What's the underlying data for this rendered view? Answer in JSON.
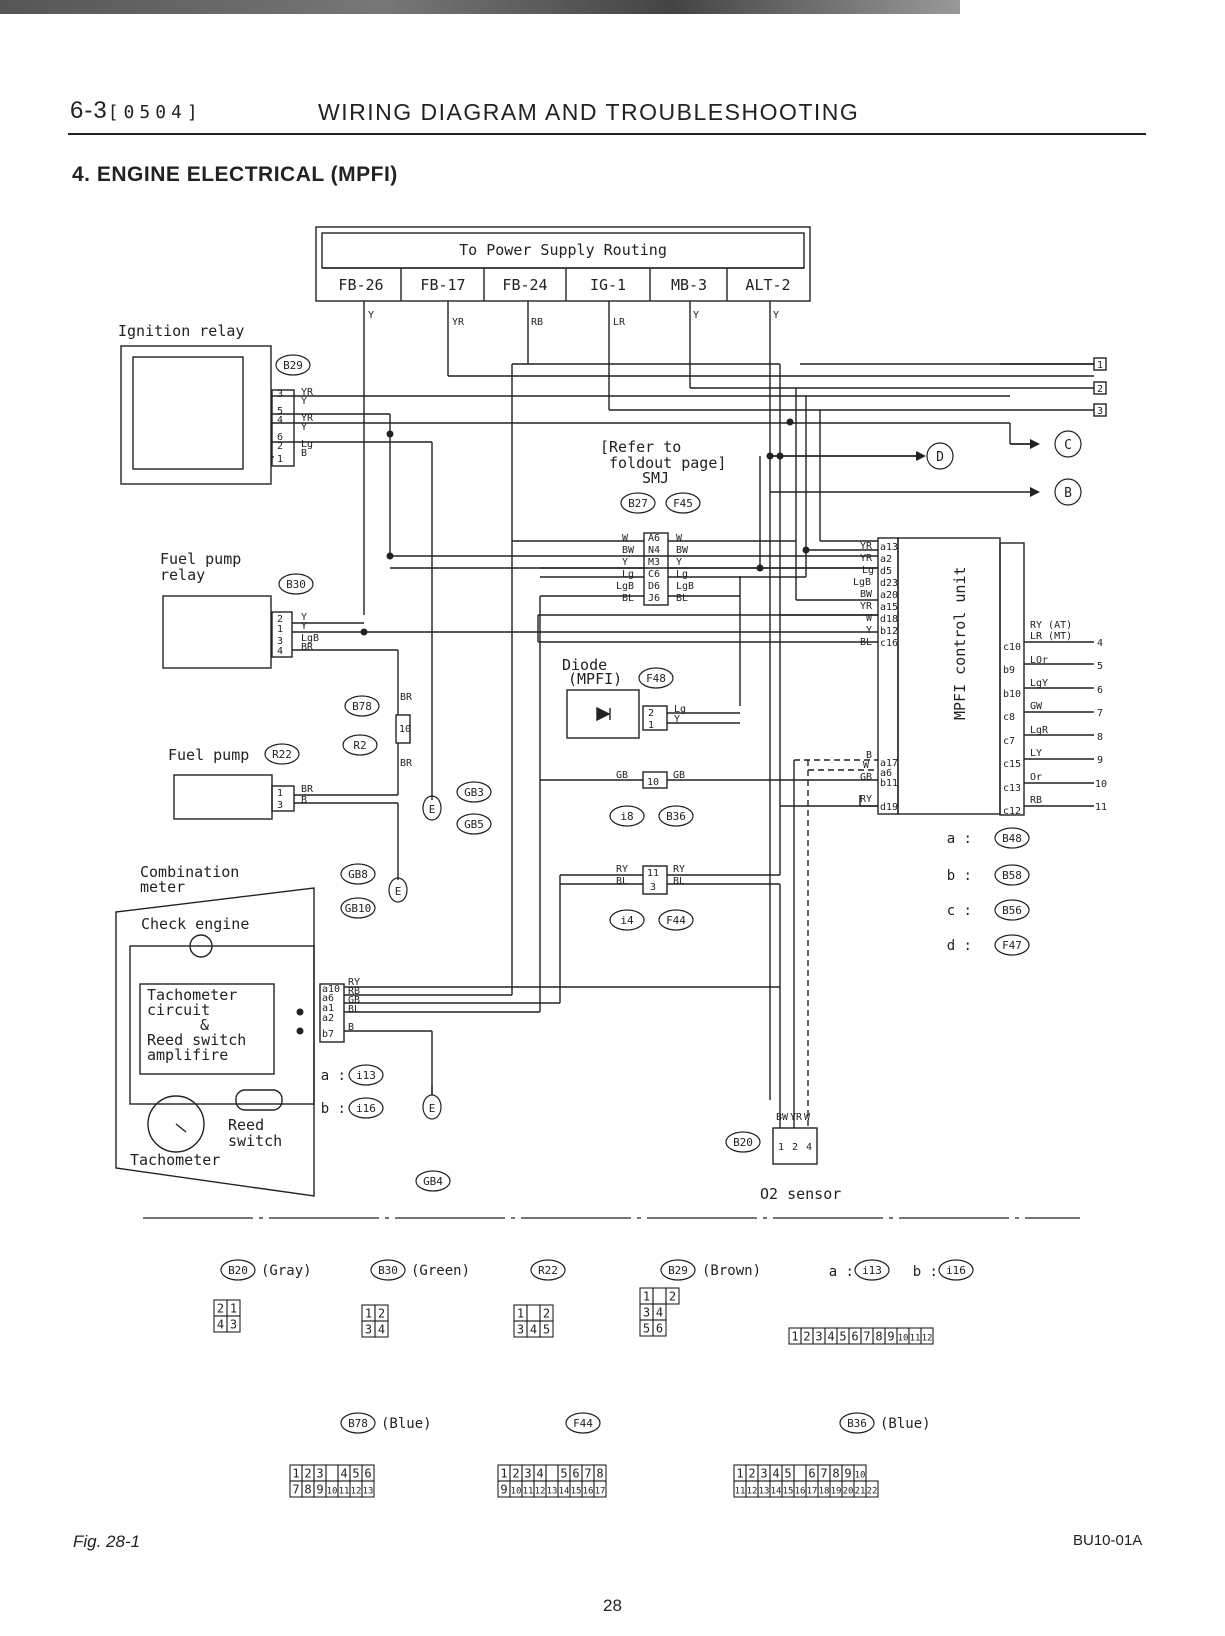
{
  "header": {
    "section": "6-3",
    "code": "[0504]",
    "title": "WIRING DIAGRAM AND TROUBLESHOOTING"
  },
  "section_title": "4. ENGINE ELECTRICAL (MPFI)",
  "power_box": {
    "title": "To Power Supply Routing",
    "cells": [
      "FB-26",
      "FB-17",
      "FB-24",
      "IG-1",
      "MB-3",
      "ALT-2"
    ],
    "wires": [
      "Y",
      "YR",
      "RB",
      "LR",
      "Y",
      "Y"
    ]
  },
  "ignition_relay": {
    "label": "Ignition relay",
    "connector": "B29",
    "pins": [
      "3",
      "5",
      "4",
      "6",
      "2",
      "1"
    ],
    "wires": [
      "YR",
      "Y",
      "YR",
      "Y",
      "Lg",
      "B"
    ]
  },
  "fuel_pump_relay": {
    "label_line1": "Fuel pump",
    "label_line2": "relay",
    "connector": "B30",
    "pins": [
      "2",
      "1",
      "3",
      "4"
    ],
    "wires": [
      "Y",
      "Y",
      "LgB",
      "BR"
    ]
  },
  "fuel_pump": {
    "label": "Fuel pump",
    "connector": "R22",
    "pins": [
      "1",
      "3"
    ],
    "wires": [
      "BR",
      "B"
    ]
  },
  "connectors_mid": {
    "b78": "B78",
    "r2": "R2",
    "pin": "10",
    "wire1": "BR",
    "wire2": "BR"
  },
  "grounds": {
    "gb3": "GB3",
    "gb5": "GB5",
    "gb8": "GB8",
    "gb10": "GB10",
    "gb4": "GB4",
    "e": "E"
  },
  "refer": {
    "line1": "[Refer to",
    "line2": "foldout page]",
    "line3": "SMJ",
    "c1": "B27",
    "c2": "F45"
  },
  "smj": {
    "pins": [
      "A6",
      "N4",
      "M3",
      "C6",
      "D6",
      "J6"
    ],
    "left": [
      "W",
      "BW",
      "Y",
      "Lg",
      "LgB",
      "BL"
    ],
    "right": [
      "W",
      "BW",
      "Y",
      "Lg",
      "LgB",
      "BL"
    ]
  },
  "diode": {
    "label_line1": "Diode",
    "label_line2": "(MPFI)",
    "connector": "F48",
    "pins": [
      "2",
      "1"
    ],
    "wires": [
      "Lg",
      "Y"
    ]
  },
  "i8": {
    "pin": "10",
    "left": "GB",
    "right": "GB",
    "c1": "i8",
    "c2": "B36"
  },
  "i4": {
    "pins": [
      "11",
      "3"
    ],
    "left": [
      "RY",
      "BL"
    ],
    "right": [
      "RY",
      "BL"
    ],
    "c1": "i4",
    "c2": "F44"
  },
  "ecu": {
    "label": "MPFI control unit",
    "left_pins": [
      "a13",
      "a2",
      "d5",
      "d23",
      "a20",
      "a15",
      "d18",
      "b12",
      "c16"
    ],
    "left_wires": [
      "YR",
      "YR",
      "Lg",
      "LgB",
      "BW",
      "YR",
      "W",
      "Y",
      "BL"
    ],
    "lower_pins": [
      "a17",
      "a6",
      "b11",
      "d19"
    ],
    "lower_wires": [
      "B",
      "W",
      "GB",
      "RY"
    ],
    "right_pins": [
      "c10",
      "b9",
      "b10",
      "c8",
      "c7",
      "c15",
      "c13",
      "c12"
    ],
    "right_wires": [
      "RY (AT)\nLR (MT)",
      "LOr",
      "LgY",
      "GW",
      "LgR",
      "LY",
      "Or",
      "RB"
    ],
    "refs": [
      "4",
      "5",
      "6",
      "7",
      "8",
      "9",
      "10",
      "11"
    ]
  },
  "legend": [
    {
      "k": "a :",
      "v": "B48"
    },
    {
      "k": "b :",
      "v": "B58"
    },
    {
      "k": "c :",
      "v": "B56"
    },
    {
      "k": "d :",
      "v": "F47"
    }
  ],
  "top_refs": [
    "1",
    "2",
    "3"
  ],
  "arrows": [
    "C",
    "D",
    "B"
  ],
  "combination_meter": {
    "label_line1": "Combination",
    "label_line2": "meter",
    "check": "Check engine",
    "tach_lines": [
      "Tachometer",
      "circuit",
      "&",
      "Reed switch",
      "amplifire"
    ],
    "reed_line1": "Reed",
    "reed_line2": "switch",
    "tachometer": "Tachometer",
    "pins": [
      "a10",
      "a6",
      "a1",
      "a2",
      "b7"
    ],
    "wires": [
      "RY",
      "RB",
      "GB",
      "BL",
      "B"
    ],
    "conn_a": "a :",
    "conn_a_v": "i13",
    "conn_b": "b :",
    "conn_b_v": "i16"
  },
  "o2": {
    "label": "O2 sensor",
    "connector": "B20",
    "wires": [
      "BW",
      "YR",
      "W"
    ],
    "pins": [
      "1",
      "2",
      "4"
    ]
  },
  "views": {
    "b20": {
      "id": "B20",
      "color": "(Gray)",
      "rows": [
        [
          "2",
          "1"
        ],
        [
          "4",
          "3"
        ]
      ]
    },
    "b30": {
      "id": "B30",
      "color": "(Green)",
      "rows": [
        [
          "1",
          "2"
        ],
        [
          "3",
          "4"
        ]
      ]
    },
    "r22": {
      "id": "R22",
      "rows": [
        [
          "1",
          "",
          "2"
        ],
        [
          "3",
          "4",
          "5"
        ]
      ]
    },
    "b29": {
      "id": "B29",
      "color": "(Brown)",
      "rows": [
        [
          "1",
          "",
          "2"
        ],
        [
          "3",
          "4"
        ],
        [
          "5",
          "6"
        ]
      ]
    },
    "i13": {
      "a": "a :",
      "av": "i13",
      "b": "b :",
      "bv": "i16",
      "row": [
        "1",
        "2",
        "3",
        "4",
        "5",
        "6",
        "7",
        "8",
        "9",
        "10",
        "11",
        "12"
      ]
    },
    "b78": {
      "id": "B78",
      "color": "(Blue)",
      "rows": [
        [
          "1",
          "2",
          "3",
          "",
          "4",
          "5",
          "6"
        ],
        [
          "7",
          "8",
          "9",
          "10",
          "11",
          "12",
          "13"
        ]
      ]
    },
    "f44": {
      "id": "F44",
      "rows": [
        [
          "1",
          "2",
          "3",
          "4",
          "",
          "5",
          "6",
          "7",
          "8"
        ],
        [
          "9",
          "10",
          "11",
          "12",
          "13",
          "14",
          "15",
          "16",
          "17"
        ]
      ]
    },
    "b36": {
      "id": "B36",
      "color": "(Blue)",
      "rows": [
        [
          "1",
          "2",
          "3",
          "4",
          "5",
          "",
          "6",
          "7",
          "8",
          "9",
          "10"
        ],
        [
          "11",
          "12",
          "13",
          "14",
          "15",
          "16",
          "17",
          "18",
          "19",
          "20",
          "21",
          "22"
        ]
      ]
    }
  },
  "footer": {
    "fig": "Fig. 28-1",
    "code": "BU10-01A",
    "page": "28"
  }
}
